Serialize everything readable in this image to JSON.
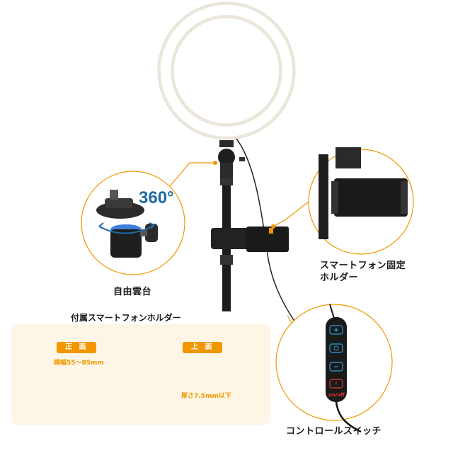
{
  "labels": {
    "ball_head": "自由雲台",
    "phone_holder": "スマートフォン固定\nホルダー",
    "phone_holder_line1": "スマートフォン固定",
    "phone_holder_line2": "ホルダー",
    "control_switch": "コントロールスイッチ",
    "accessory_title": "付属スマートフォンホルダー"
  },
  "rotation": "360°",
  "views": {
    "front": "正 面",
    "top": "上 面"
  },
  "dimensions": {
    "width_range": "横幅55～85mm",
    "thickness": "厚さ7.5mm以下"
  },
  "switch": {
    "on_off": "on/off"
  },
  "colors": {
    "accent": "#f29600",
    "blue": "#1f6aa5",
    "panel_bg": "#fdf6e6"
  },
  "icons": [
    "plus-icon",
    "brightness-icon",
    "minus-icon",
    "power-icon"
  ]
}
